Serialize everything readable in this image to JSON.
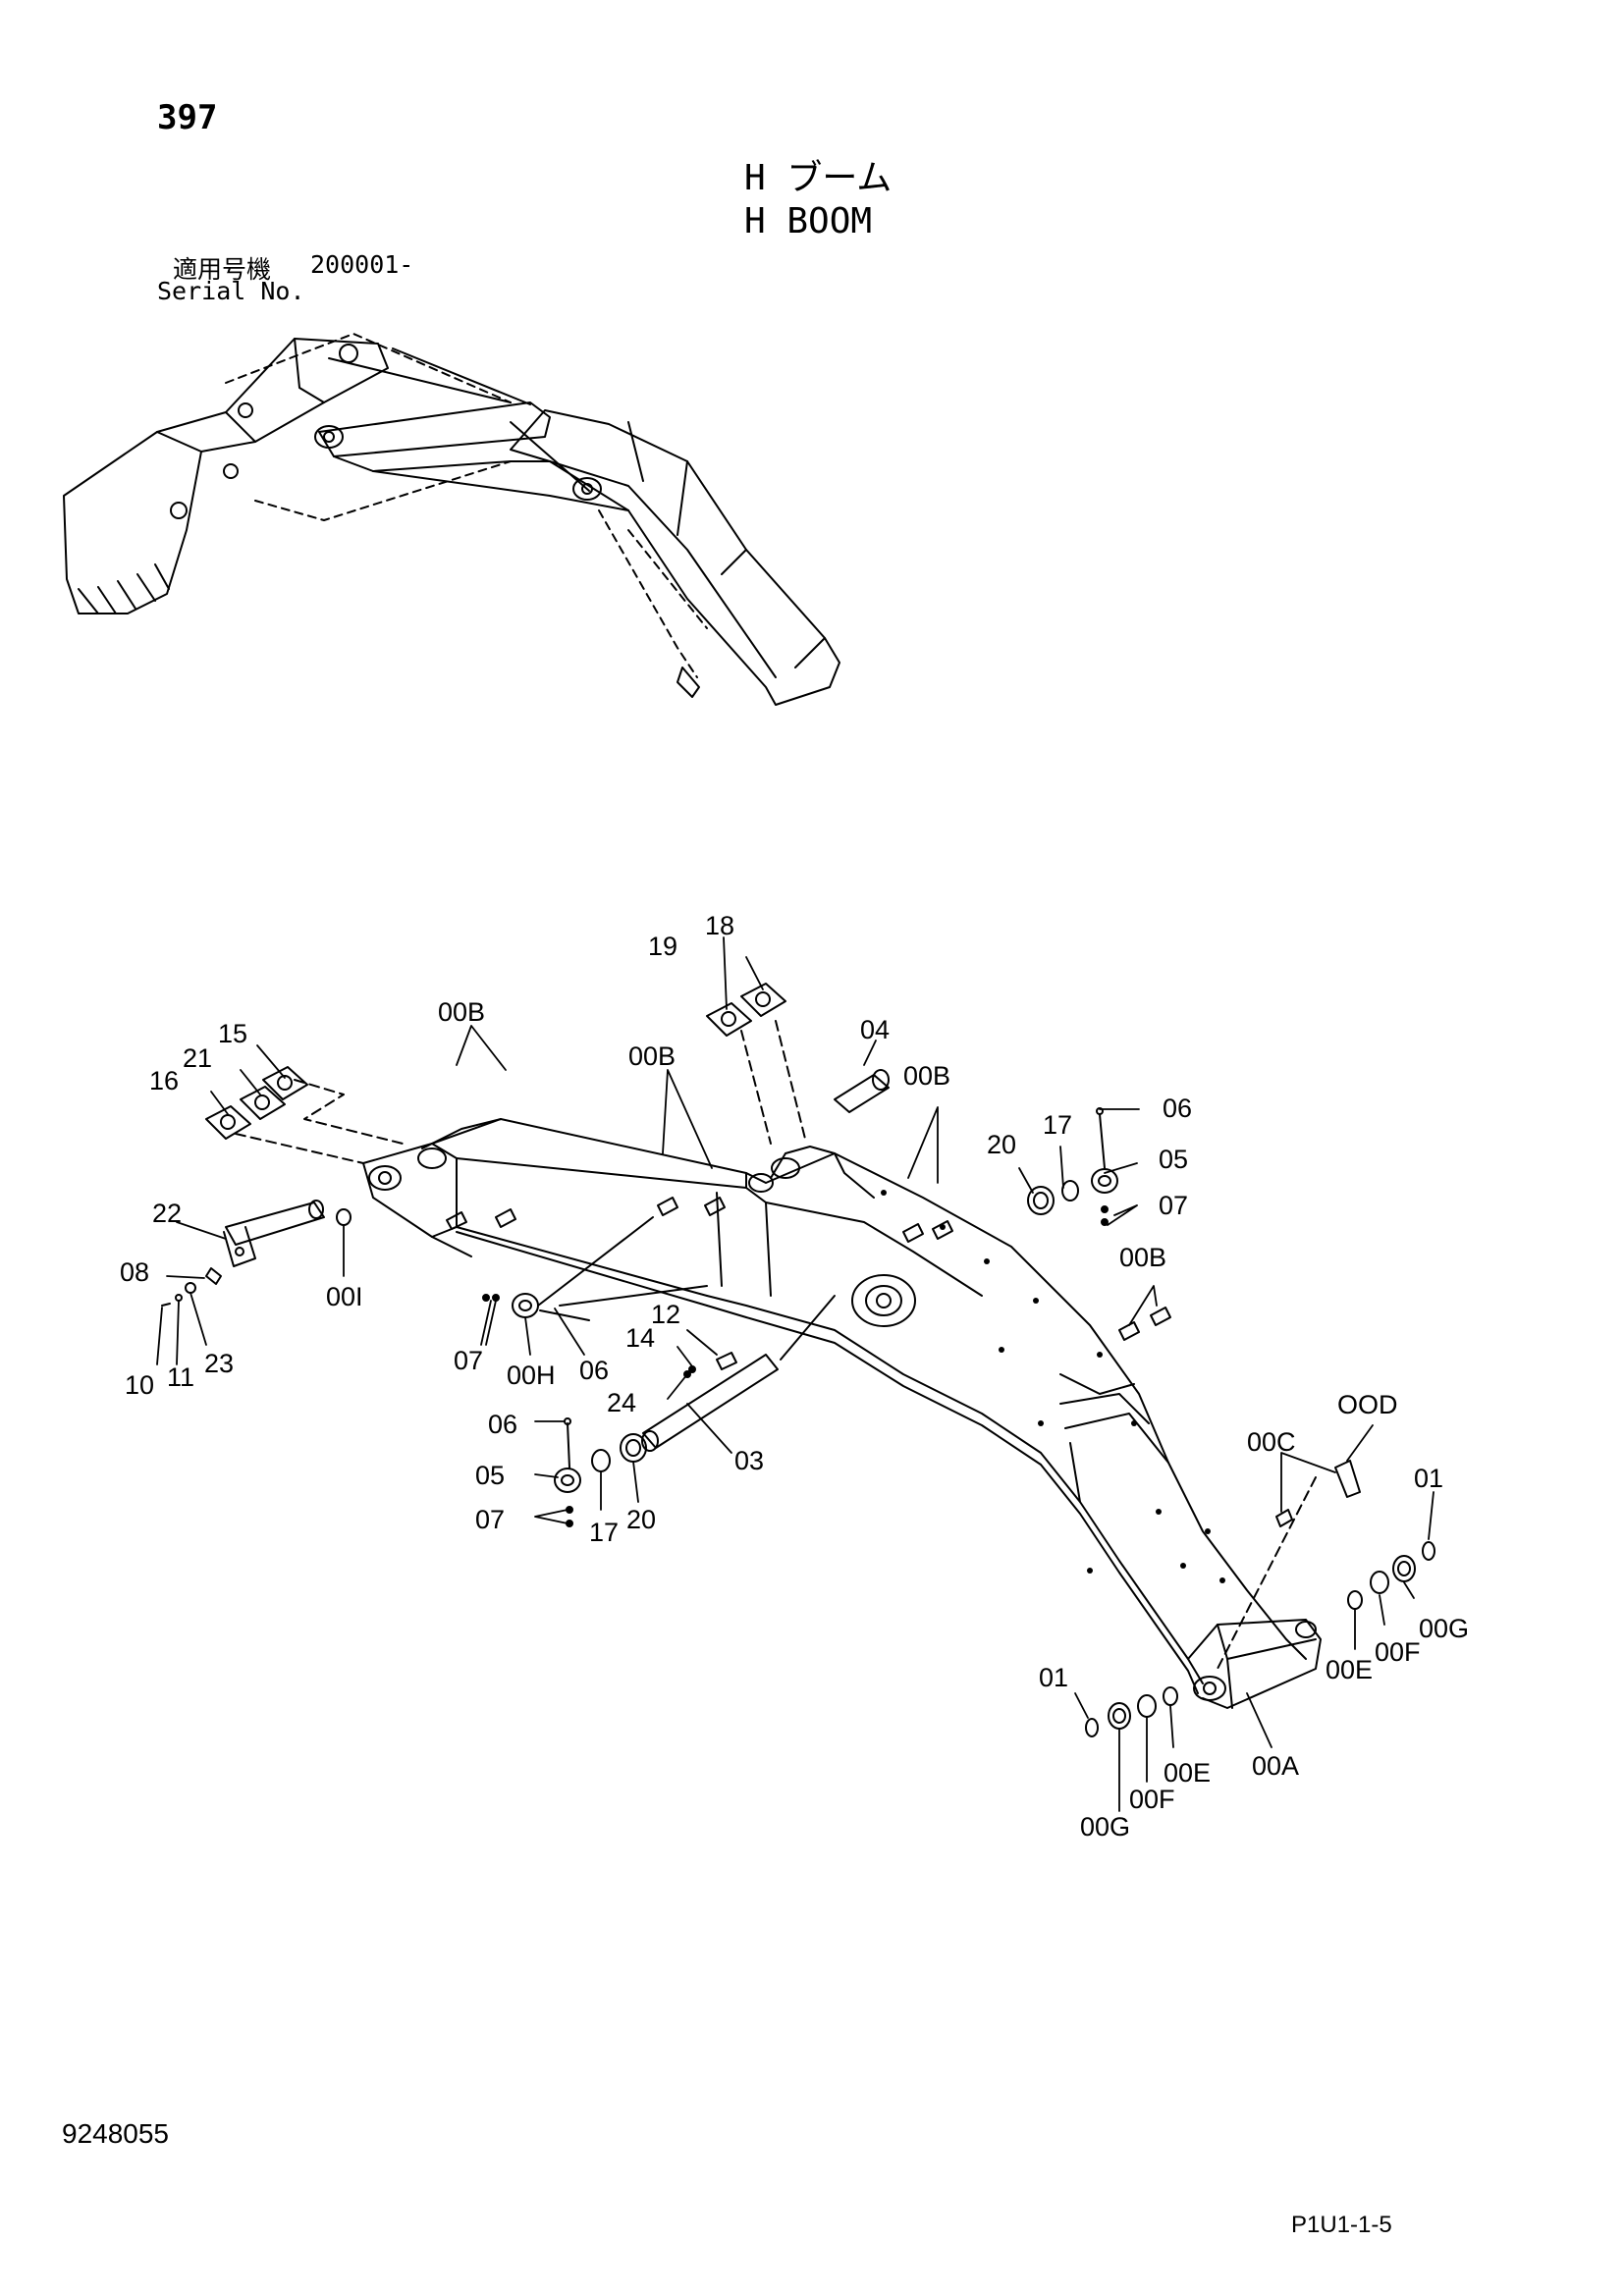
{
  "header": {
    "page_number": "397",
    "title_jp": "H ブーム",
    "title_en": "H BOOM",
    "serial_label_jp": "適用号機",
    "serial_value": "200001-",
    "serial_label_en": "Serial No."
  },
  "callouts": {
    "c18": "18",
    "c19": "19",
    "c15": "15",
    "c21": "21",
    "c16": "16",
    "c00b_1": "00B",
    "c00b_2": "00B",
    "c00b_3": "00B",
    "c00b_4": "00B",
    "c04": "04",
    "c06_a": "06",
    "c05_a": "05",
    "c07_a": "07",
    "c17_a": "17",
    "c20_a": "20",
    "c22": "22",
    "c00i": "00I",
    "c08": "08",
    "c10": "10",
    "c11": "11",
    "c23": "23",
    "c07_b": "07",
    "c00h": "00H",
    "c06_b": "06",
    "c12": "12",
    "c14": "14",
    "c24": "24",
    "c03": "03",
    "c06_c": "06",
    "c05_c": "05",
    "c07_c": "07",
    "c17_c": "17",
    "c20_c": "20",
    "c00c": "00C",
    "c00d": "OOD",
    "c01_a": "01",
    "c00e_a": "00E",
    "c00f_a": "00F",
    "c00g_a": "00G",
    "c01_b": "01",
    "c00g_b": "00G",
    "c00f_b": "00F",
    "c00e_b": "00E",
    "c00a": "00A"
  },
  "footer": {
    "doc_number": "9248055",
    "page_code": "P1U1-1-5"
  }
}
